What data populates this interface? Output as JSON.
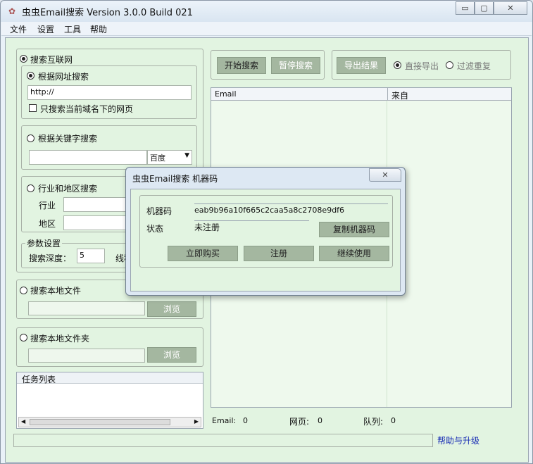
{
  "window": {
    "title": "虫虫Email搜索 Version 3.0.0 Build 021",
    "min": "▭",
    "max": "▢",
    "close": "✕"
  },
  "menu": [
    "文件",
    "设置",
    "工具",
    "帮助"
  ],
  "internet": {
    "label": "搜索互联网",
    "by_url": "根据网址搜索",
    "url_value": "http://",
    "only_domain": "只搜索当前域名下的网页",
    "by_keyword": "根据关键字搜索",
    "engine": "百度",
    "by_industry": "行业和地区搜索",
    "industry_label": "行业",
    "region_label": "地区"
  },
  "params": {
    "title": "参数设置",
    "depth_label": "搜索深度：",
    "depth_value": "5",
    "thread_label": "线程"
  },
  "local_file": {
    "label": "搜索本地文件",
    "browse": "浏览"
  },
  "local_folder": {
    "label": "搜索本地文件夹",
    "browse": "浏览"
  },
  "tasks": {
    "header": "任务列表"
  },
  "toolbar": {
    "start": "开始搜索",
    "pause": "暂停搜索",
    "export": "导出结果",
    "direct_export": "直接导出",
    "filter_dup": "过滤重复"
  },
  "results": {
    "col_email": "Email",
    "col_from": "来自"
  },
  "stats": {
    "email_label": "Email:",
    "email_value": "0",
    "pages_label": "网页:",
    "pages_value": "0",
    "queue_label": "队列:",
    "queue_value": "0"
  },
  "statusbar": {
    "help_link": "帮助与升级"
  },
  "dialog": {
    "title": "虫虫Email搜索 机器码",
    "close": "✕",
    "machine_label": "机器码",
    "machine_value": "eab9b96a10f665c2caa5a8c2708e9df6",
    "status_label": "状态",
    "status_value": "未注册",
    "copy": "复制机器码",
    "buy": "立即购买",
    "register": "注册",
    "continue": "继续使用"
  }
}
